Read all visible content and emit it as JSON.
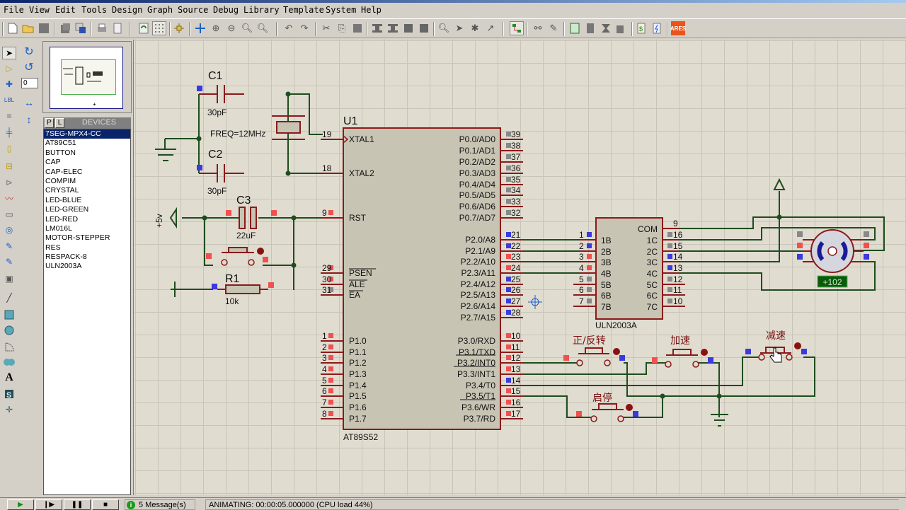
{
  "menu": [
    "File",
    "View",
    "Edit",
    "Tools",
    "Design",
    "Graph",
    "Source",
    "Debug",
    "Library",
    "Template",
    "System",
    "Help"
  ],
  "toolbar": {
    "icons": [
      "new-file",
      "open-folder",
      "save",
      "import",
      "export",
      "print",
      "page-setup",
      "refresh",
      "grid-toggle",
      "origin",
      "pan",
      "zoom-in",
      "zoom-out",
      "zoom-all",
      "zoom-area",
      "undo",
      "redo",
      "cut",
      "copy",
      "paste",
      "block-copy",
      "block-move",
      "block-rotate",
      "block-delete",
      "pick-device",
      "make-device",
      "package-tool",
      "decompose",
      "wire-autorouter",
      "search",
      "property-assign",
      "new-sheet",
      "delete-sheet",
      "exit-to-parent",
      "zoom-to-child",
      "bill-of-materials",
      "electrical-rule-check",
      "ares"
    ],
    "ares_label": "ARES"
  },
  "left_tools": [
    "selection-mode",
    "component-mode",
    "junction-dot",
    "wire-label",
    "text-script",
    "bus",
    "subcircuit",
    "terminals",
    "device-pins",
    "graph",
    "tape-recorder",
    "generator",
    "voltage-probe",
    "current-probe",
    "virtual-instruments",
    "line",
    "box",
    "circle",
    "arc",
    "path",
    "text",
    "symbol",
    "marker"
  ],
  "rotation": {
    "angle": "0"
  },
  "devices": {
    "p_label": "P",
    "l_label": "L",
    "title": "DEVICES",
    "items": [
      "7SEG-MPX4-CC",
      "AT89C51",
      "BUTTON",
      "CAP",
      "CAP-ELEC",
      "COMPIM",
      "CRYSTAL",
      "LED-BLUE",
      "LED-GREEN",
      "LED-RED",
      "LM016L",
      "MOTOR-STEPPER",
      "RES",
      "RESPACK-8",
      "ULN2003A"
    ],
    "selected_index": 0
  },
  "schematic": {
    "c1": {
      "ref": "C1",
      "value": "30pF"
    },
    "c2": {
      "ref": "C2",
      "value": "30pF"
    },
    "c3": {
      "ref": "C3",
      "value": "22uF"
    },
    "r1": {
      "ref": "R1",
      "value": "10k"
    },
    "crystal": {
      "value": "FREQ=12MHz"
    },
    "power": "+5v",
    "u1": {
      "ref": "U1",
      "part": "AT89S52",
      "left_pins": [
        {
          "num": "19",
          "name": "XTAL1"
        },
        {
          "num": "18",
          "name": "XTAL2"
        },
        {
          "num": "9",
          "name": "RST"
        },
        {
          "num": "29",
          "name": "PSEN"
        },
        {
          "num": "30",
          "name": "ALE"
        },
        {
          "num": "31",
          "name": "EA"
        },
        {
          "num": "1",
          "name": "P1.0"
        },
        {
          "num": "2",
          "name": "P1.1"
        },
        {
          "num": "3",
          "name": "P1.2"
        },
        {
          "num": "4",
          "name": "P1.3"
        },
        {
          "num": "5",
          "name": "P1.4"
        },
        {
          "num": "6",
          "name": "P1.5"
        },
        {
          "num": "7",
          "name": "P1.6"
        },
        {
          "num": "8",
          "name": "P1.7"
        }
      ],
      "right_pins": [
        {
          "num": "39",
          "name": "P0.0/AD0"
        },
        {
          "num": "38",
          "name": "P0.1/AD1"
        },
        {
          "num": "37",
          "name": "P0.2/AD2"
        },
        {
          "num": "36",
          "name": "P0.3/AD3"
        },
        {
          "num": "35",
          "name": "P0.4/AD4"
        },
        {
          "num": "34",
          "name": "P0.5/AD5"
        },
        {
          "num": "33",
          "name": "P0.6/AD6"
        },
        {
          "num": "32",
          "name": "P0.7/AD7"
        },
        {
          "num": "21",
          "name": "P2.0/A8"
        },
        {
          "num": "22",
          "name": "P2.1/A9"
        },
        {
          "num": "23",
          "name": "P2.2/A10"
        },
        {
          "num": "24",
          "name": "P2.3/A11"
        },
        {
          "num": "25",
          "name": "P2.4/A12"
        },
        {
          "num": "26",
          "name": "P2.5/A13"
        },
        {
          "num": "27",
          "name": "P2.6/A14"
        },
        {
          "num": "28",
          "name": "P2.7/A15"
        },
        {
          "num": "10",
          "name": "P3.0/RXD"
        },
        {
          "num": "11",
          "name": "P3.1/TXD"
        },
        {
          "num": "12",
          "name": "P3.2/INT0"
        },
        {
          "num": "13",
          "name": "P3.3/INT1"
        },
        {
          "num": "14",
          "name": "P3.4/T0"
        },
        {
          "num": "15",
          "name": "P3.5/T1"
        },
        {
          "num": "16",
          "name": "P3.6/WR"
        },
        {
          "num": "17",
          "name": "P3.7/RD"
        }
      ]
    },
    "uln": {
      "part": "ULN2003A",
      "left_pins": [
        {
          "num": "1",
          "name": "1B"
        },
        {
          "num": "2",
          "name": "2B"
        },
        {
          "num": "3",
          "name": "3B"
        },
        {
          "num": "4",
          "name": "4B"
        },
        {
          "num": "5",
          "name": "5B"
        },
        {
          "num": "6",
          "name": "6B"
        },
        {
          "num": "7",
          "name": "7B"
        }
      ],
      "right_pins": [
        {
          "num": "9",
          "name": "COM"
        },
        {
          "num": "16",
          "name": "1C"
        },
        {
          "num": "15",
          "name": "2C"
        },
        {
          "num": "14",
          "name": "3C"
        },
        {
          "num": "13",
          "name": "4C"
        },
        {
          "num": "12",
          "name": "5C"
        },
        {
          "num": "11",
          "name": "6C"
        },
        {
          "num": "10",
          "name": "7C"
        }
      ]
    },
    "motor": {
      "readout": "+102"
    },
    "buttons": {
      "direction": "正/反转",
      "speed_up": "加速",
      "speed_down": "减速",
      "start_stop": "启停"
    }
  },
  "status": {
    "sim_controls": [
      "play",
      "step",
      "pause",
      "stop"
    ],
    "messages": "5 Message(s)",
    "animating": "ANIMATING: 00:00:05.000000 (CPU load 44%)"
  }
}
